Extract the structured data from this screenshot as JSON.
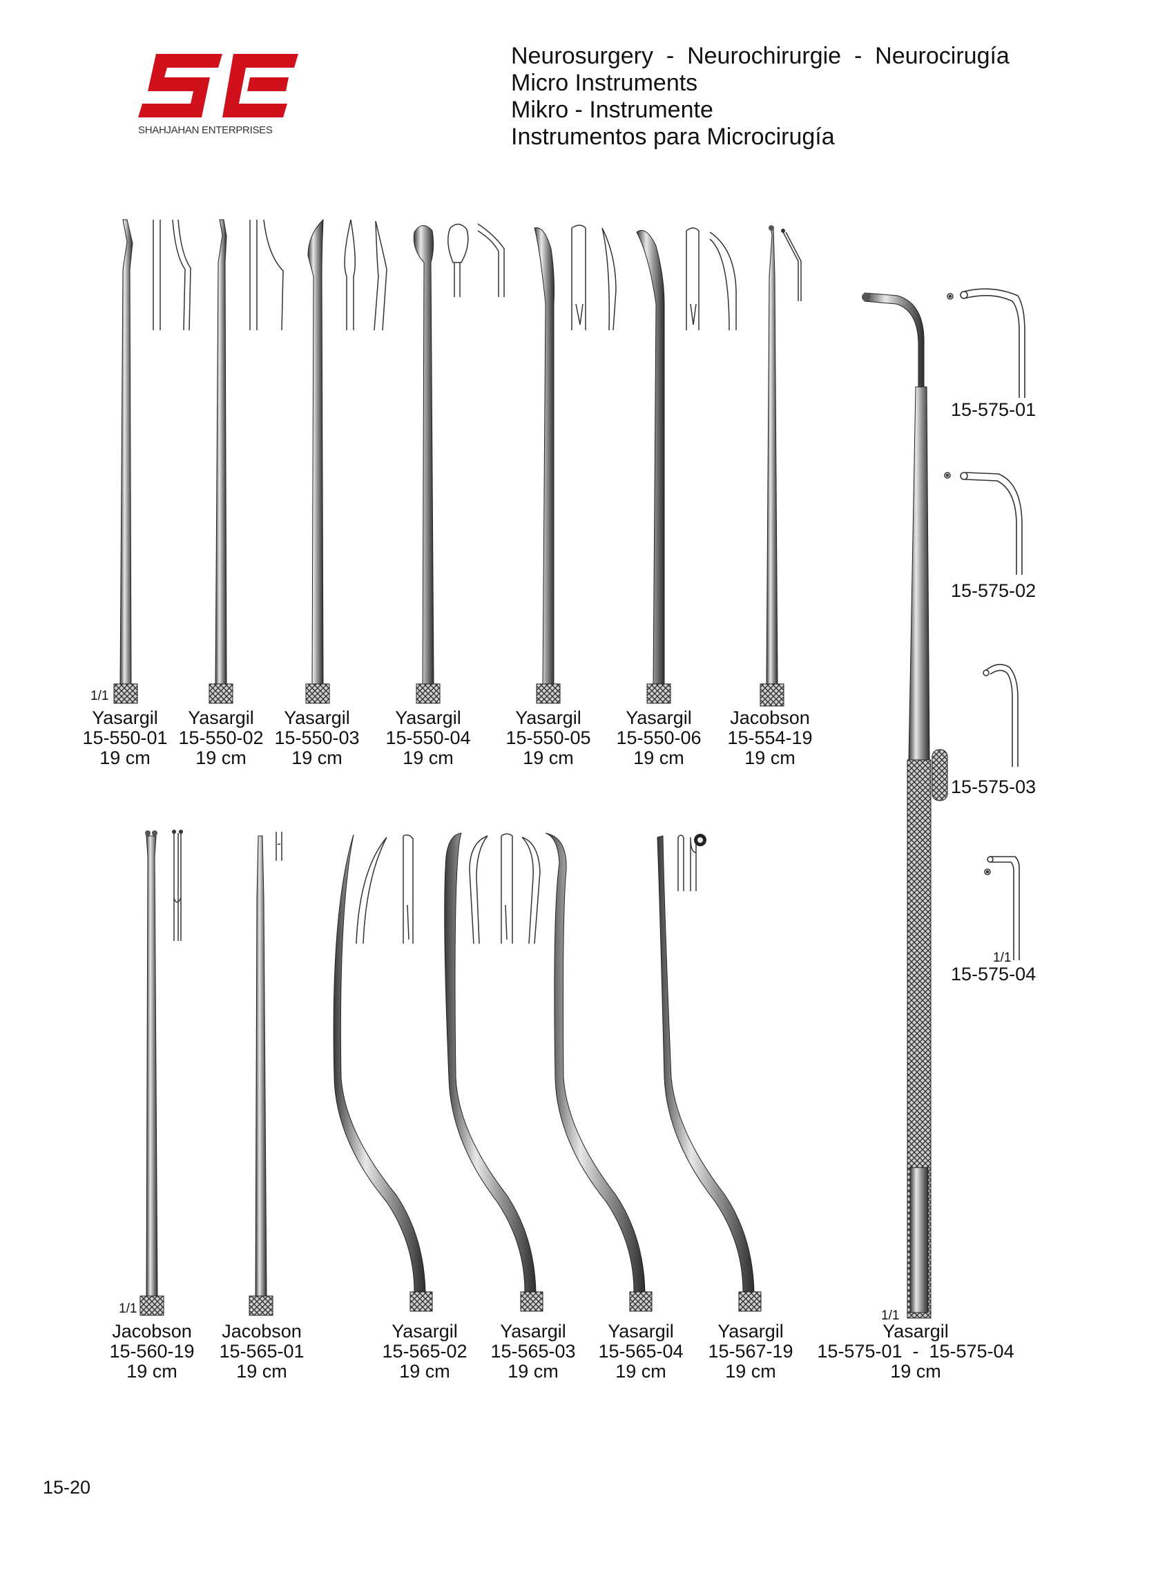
{
  "logo": {
    "mark": "SE",
    "company": "SHAHJAHAN ENTERPRISES",
    "brand_color": "#d0111b"
  },
  "header": {
    "lines": [
      "Neurosurgery  -  Neurochirurgie  -  Neurocirugía",
      "Micro Instruments",
      "Mikro - Instrumente",
      "Instrumentos para Microcirugía"
    ]
  },
  "top_row": [
    {
      "name": "Yasargil",
      "code": "15-550-01",
      "length": "19 cm"
    },
    {
      "name": "Yasargil",
      "code": "15-550-02",
      "length": "19 cm"
    },
    {
      "name": "Yasargil",
      "code": "15-550-03",
      "length": "19 cm"
    },
    {
      "name": "Yasargil",
      "code": "15-550-04",
      "length": "19 cm"
    },
    {
      "name": "Yasargil",
      "code": "15-550-05",
      "length": "19 cm"
    },
    {
      "name": "Yasargil",
      "code": "15-550-06",
      "length": "19 cm"
    },
    {
      "name": "Jacobson",
      "code": "15-554-19",
      "length": "19 cm"
    }
  ],
  "bottom_row": [
    {
      "name": "Jacobson",
      "code": "15-560-19",
      "length": "19 cm"
    },
    {
      "name": "Jacobson",
      "code": "15-565-01",
      "length": "19 cm"
    },
    {
      "name": "Yasargil",
      "code": "15-565-02",
      "length": "19 cm"
    },
    {
      "name": "Yasargil",
      "code": "15-565-03",
      "length": "19 cm"
    },
    {
      "name": "Yasargil",
      "code": "15-565-04",
      "length": "19 cm"
    },
    {
      "name": "Yasargil",
      "code": "15-567-19",
      "length": "19 cm"
    },
    {
      "name": "Yasargil",
      "code": "15-575-01  -  15-575-04",
      "length": "19 cm"
    }
  ],
  "tip_variants": [
    "15-575-01",
    "15-575-02",
    "15-575-03",
    "15-575-04"
  ],
  "scale_marks": [
    "1/1",
    "1/1",
    "1/1",
    "1/1"
  ],
  "page_number": "15-20"
}
